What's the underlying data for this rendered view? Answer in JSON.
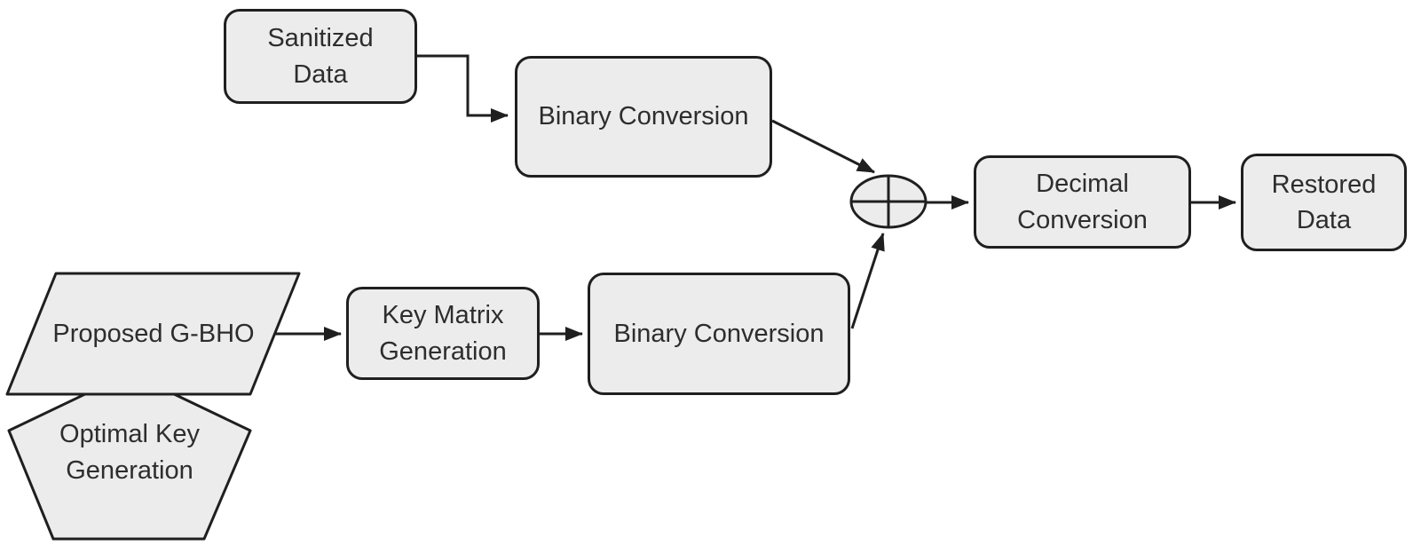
{
  "diagram": {
    "background_color": "#ffffff",
    "shape_fill_color": "#ececec",
    "shape_border_color": "#1f1f1f",
    "label_color": "#2d2d2d",
    "nodes": {
      "sanitized_data": {
        "line1": "Sanitized",
        "line2": "Data"
      },
      "binary_conversion_top": {
        "label": "Binary Conversion"
      },
      "xor_junction": {
        "icon": "xor-circle-plus-icon"
      },
      "decimal_conversion": {
        "line1": "Decimal",
        "line2": "Conversion"
      },
      "restored_data": {
        "line1": "Restored",
        "line2": "Data"
      },
      "proposed_g_bho": {
        "label": "Proposed G-BHO"
      },
      "key_matrix_generation": {
        "line1": "Key Matrix",
        "line2": "Generation"
      },
      "binary_conversion_bottom": {
        "label": "Binary Conversion"
      },
      "optimal_key_generation": {
        "line1": "Optimal Key",
        "line2": "Generation"
      }
    }
  }
}
